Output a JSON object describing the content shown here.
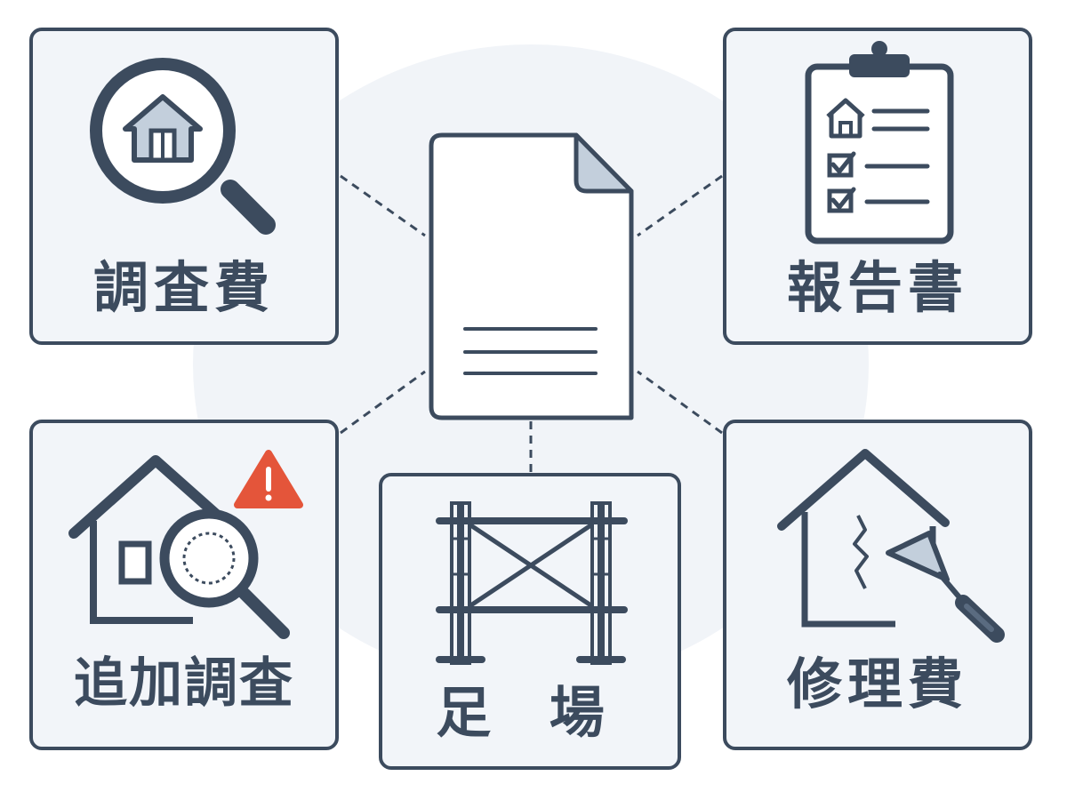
{
  "diagram": {
    "center": {
      "icon": "document-icon"
    },
    "nodes": [
      {
        "id": "survey",
        "label": "調査費",
        "icon": "magnifier-house-icon"
      },
      {
        "id": "report",
        "label": "報告書",
        "icon": "clipboard-checklist-icon"
      },
      {
        "id": "additional",
        "label": "追加調査",
        "icon": "house-inspection-warning-icon"
      },
      {
        "id": "scaffold",
        "label": "足 場",
        "icon": "scaffold-icon"
      },
      {
        "id": "repair",
        "label": "修理費",
        "icon": "cracked-house-trowel-icon"
      }
    ]
  },
  "colors": {
    "outline": "#3c4b5e",
    "card_fill": "#f2f5f9",
    "accent_fill": "#c3cfdc",
    "warning": "#e4553a",
    "halo": "#f1f4f8"
  }
}
